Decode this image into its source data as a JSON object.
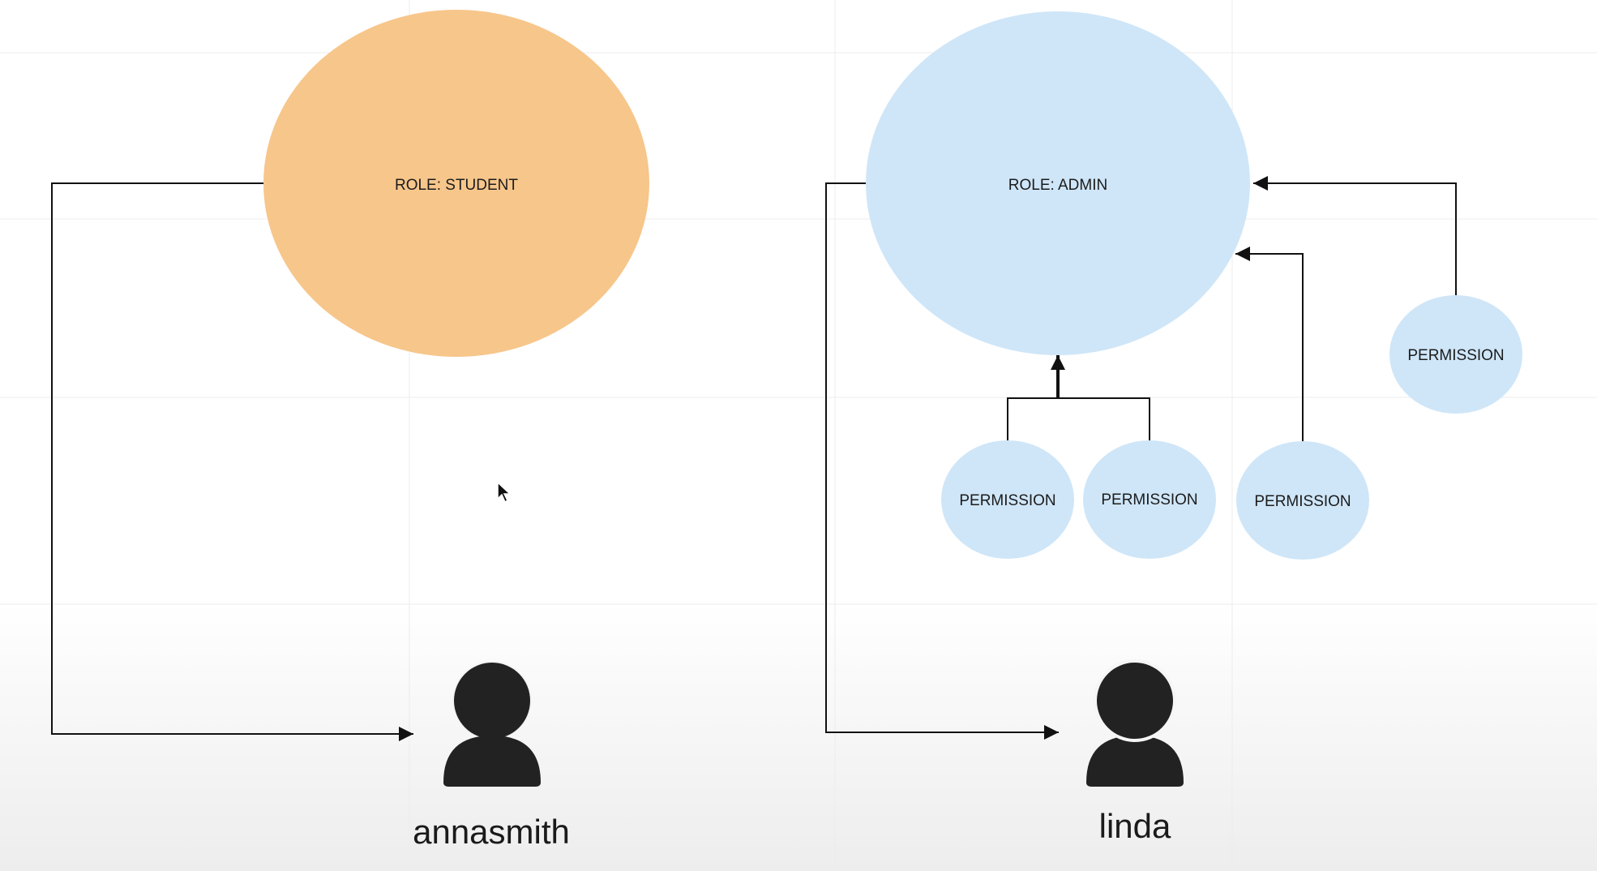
{
  "colors": {
    "student_role": "#F7C68B",
    "admin_role": "#CFE6F8",
    "permission": "#CFE6F8",
    "connector": "#111111",
    "user_icon": "#222222",
    "grid": "#e9e9e9"
  },
  "roles": {
    "student": {
      "label": "ROLE: STUDENT"
    },
    "admin": {
      "label": "ROLE: ADMIN"
    }
  },
  "permissions": [
    {
      "label": "PERMISSION"
    },
    {
      "label": "PERMISSION"
    },
    {
      "label": "PERMISSION"
    },
    {
      "label": "PERMISSION"
    }
  ],
  "users": [
    {
      "name": "annasmith",
      "icon": "person-icon"
    },
    {
      "name": "linda",
      "icon": "person-icon"
    }
  ]
}
